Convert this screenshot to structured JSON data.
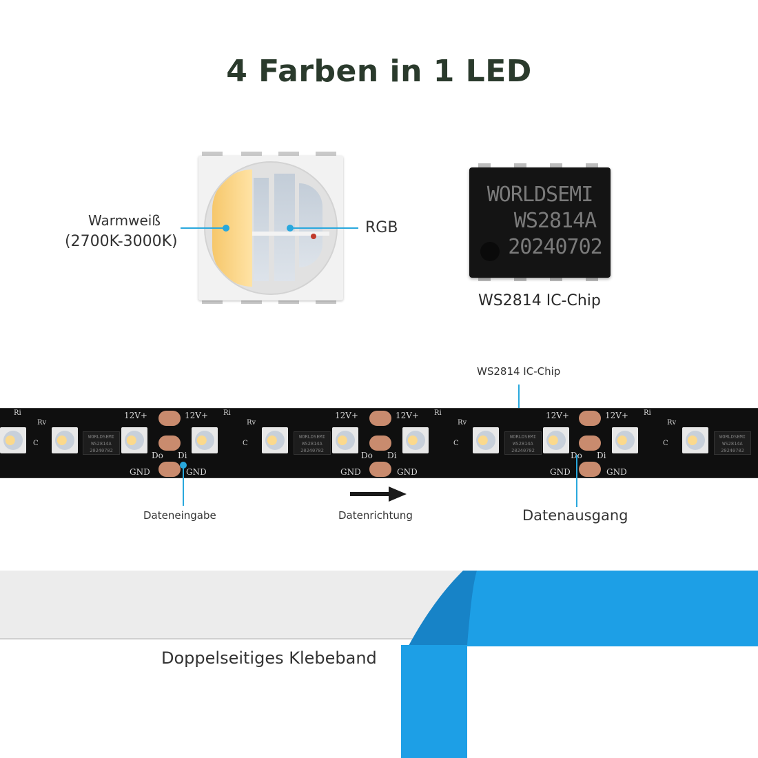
{
  "title": "4 Farben in 1 LED",
  "led": {
    "warm_label": "Warmweiß",
    "warm_range": "(2700K-3000K)",
    "rgb_label": "RGB"
  },
  "chip": {
    "lines": [
      "WORLDSEMI",
      "WS2814A",
      "20240702"
    ],
    "caption": "WS2814 IC-Chip"
  },
  "strip": {
    "chip_callout": "WS2814 IC-Chip",
    "data_in": "Dateneingabe",
    "data_direction": "Datenrichtung",
    "data_out": "Datenausgang",
    "pcb_labels": {
      "v12": "12V+",
      "gnd": "GND",
      "do": "Do",
      "di": "Di",
      "ri": "Ri",
      "rv": "Rv",
      "c": "C"
    },
    "mini_chip_lines": [
      "WORLDSEMI",
      "WS2814A",
      "20240702"
    ]
  },
  "tape": {
    "label": "Doppelseitiges Klebeband"
  },
  "colors": {
    "title": "#2a3a2c",
    "callout": "#29a8dd",
    "tape_blue": "#1d9fe6",
    "warm_white": "#f6c76b"
  }
}
